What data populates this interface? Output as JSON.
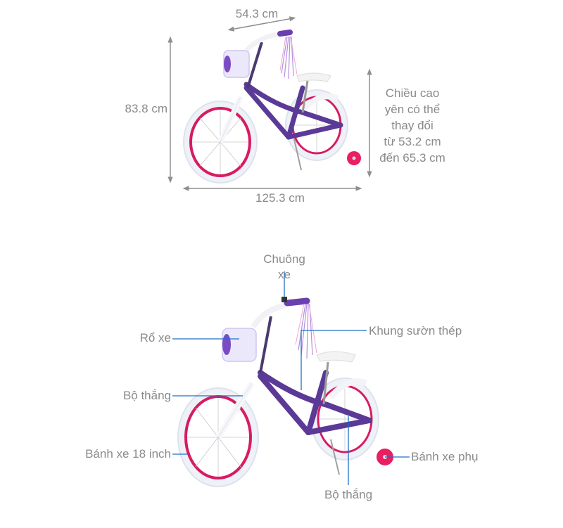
{
  "dimensions": {
    "handlebar_width": "54.3 cm",
    "height": "83.8 cm",
    "length": "125.3 cm",
    "seat_height_lines": [
      "Chiều cao",
      "yên có thể",
      "thay đổi",
      "từ 53.2 cm",
      "đến 65.3 cm"
    ]
  },
  "parts": {
    "bell": [
      "Chuông",
      "xe"
    ],
    "basket": "Rổ xe",
    "front_brake": "Bộ thắng",
    "wheel": "Bánh xe 18 inch",
    "frame": "Khung sườn thép",
    "training_wheel": "Bánh xe phụ",
    "rear_brake": "Bộ thắng"
  },
  "colors": {
    "label_text": "#8a8a8a",
    "dimension_arrow": "#8f8f8f",
    "callout_line": "#1e6fc7",
    "frame_purple": "#5b3a97",
    "rim_pink": "#d81b60",
    "tire_white": "#eef1f7"
  }
}
